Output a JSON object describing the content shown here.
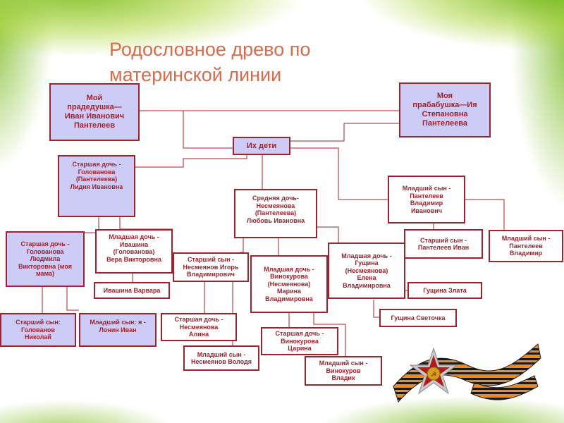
{
  "title": "Родословное древо по\nматеринской линии",
  "nodes": {
    "great_grandfather": "Мой\nпрадедушка—\nИван Иванович\nПантелеев",
    "great_grandmother": "Моя\nпрабабушка—Ия\nСтепановна\nПантелеева",
    "children_header": "Их дети",
    "elder_daughter_lidiya": "Старшая дочь -\nГолованова\n(Пантелеева)\nЛидия Ивановна",
    "middle_daughter_lyubov": "Средняя дочь-\nНесмеянова\n(Пантелеева)\nЛюбовь Ивановна",
    "younger_son_vladimir_ivanovich": "Младший сын -\nПантелеев\nВладимир\nИванович",
    "elder_daughter_lyudmila": "Старшая дочь -\nГолованова\nЛюдмила\nВикторовна (моя\nмама)",
    "younger_daughter_vera": "Младшая дочь -\nИвашина\n(Голованова)\nВера Викторовна",
    "ivashina_varvara": "Ивашина Варвара",
    "elder_son_igor": "Старший сын -\nНесмеянов Игорь\nВладимирович",
    "younger_daughter_marina": "Младшая дочь -\nВинокурова\n(Несмеянова)\nМарина\nВладимировна",
    "younger_daughter_elena": "Младшая дочь -\nГущина\n(Несмеянова)\nЕлена\nВладимировна",
    "elder_son_ivan": "Старший сын -\nПантелеев Иван",
    "younger_son_vladimir": "Младший сын -\nПантелеев\nВладимир",
    "gushchina_zlata": "Гущина Злата",
    "gushchina_svetochka": "Гущина Светочка",
    "elder_son_nikolay": "Старший сын:\nГолованов\nНиколай",
    "younger_son_lonin": "Младший сын: я -\nЛонин Иван",
    "elder_daughter_alina": "Старшая дочь -\nНесмеянова\nАлина",
    "younger_son_volodya": "Младший сын -\nНесмеянов Володя",
    "elder_daughter_tsarina": "Старшая дочь -\nВинокурова\nЦарина",
    "younger_son_vladik": "Младший сын -\nВинокуров\nВладик"
  },
  "colors": {
    "title": "#d96b4a",
    "box_fill": "#ccccf6",
    "box_border": "#a0222c",
    "connector": "#a0222c",
    "header_green": "#84c028"
  }
}
